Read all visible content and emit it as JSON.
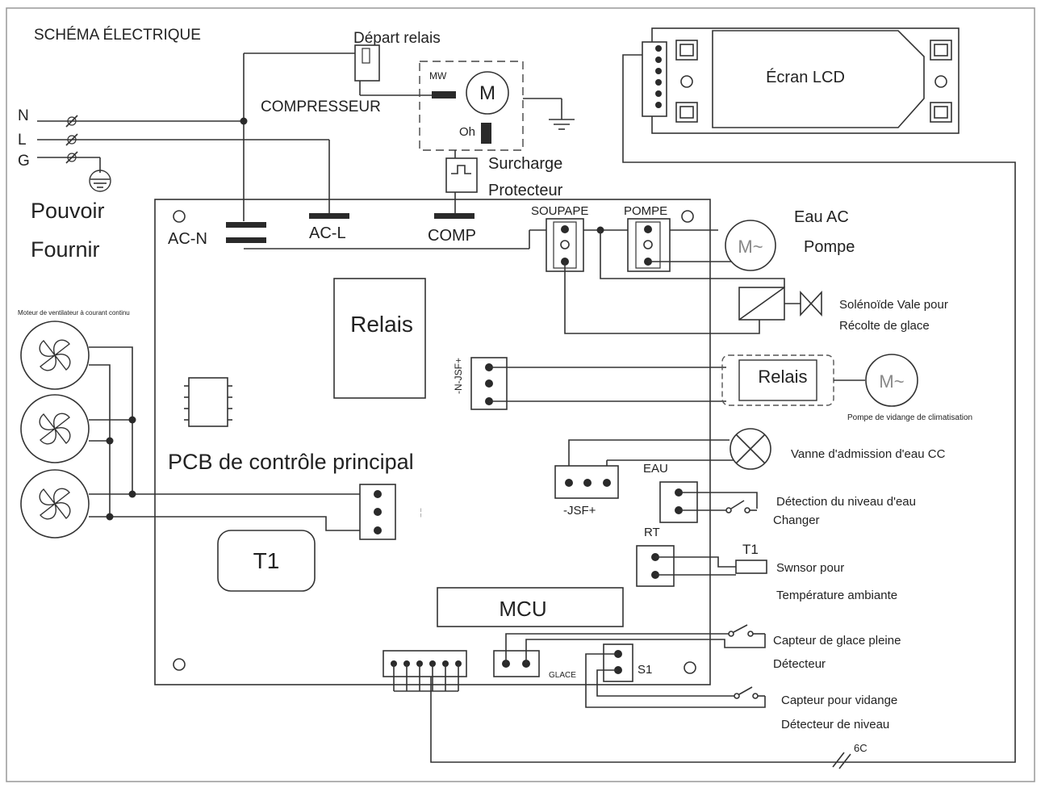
{
  "title": "SCHÉMA ÉLECTRIQUE",
  "power": {
    "n": "N",
    "l": "L",
    "g": "G",
    "label_1": "Pouvoir",
    "label_2": "Fournir"
  },
  "compressor": {
    "start_relay": "Départ relais",
    "label": "COMPRESSEUR",
    "mw": "MW",
    "motor": "M",
    "oh": "Oh",
    "overload_1": "Surcharge",
    "overload_2": "Protecteur"
  },
  "lcd": {
    "label": "Écran LCD"
  },
  "board": {
    "ac_n": "AC-N",
    "ac_l": "AC-L",
    "comp": "COMP",
    "soupape": "SOUPAPE",
    "pompe": "POMPE",
    "relais": "Relais",
    "njsf": "-N-JSF+",
    "pcb": "PCB  de  contrôle  principal",
    "t1": "T1",
    "mcu": "MCU",
    "jsf": "-JSF+",
    "eau": "EAU",
    "rt": "RT",
    "glace": "GLACE",
    "s1": "S1"
  },
  "fan": {
    "label": "Moteur de ventilateur à courant continu"
  },
  "right": {
    "pump_1": "Eau  AC",
    "pump_2": "Pompe",
    "solenoid_1": "Solénoïde  Vale  pour",
    "solenoid_2": "Récolte  de  glace",
    "relais": "Relais",
    "motor": "M~",
    "drain_pump": "Pompe de vidange de climatisation",
    "valve": "Vanne  d'admission  d'eau  CC",
    "level_1": "Détection  du  niveau  d'eau",
    "level_2": "Changer",
    "t1": "T1",
    "sensor_1": "Swnsor  pour",
    "sensor_2": "Température  ambiante",
    "ice_1": "Capteur  de  glace  pleine",
    "ice_2": "Détecteur",
    "drain_1": "Capteur  pour  vidange",
    "drain_2": "Détecteur  de  niveau",
    "cable": "6C"
  }
}
